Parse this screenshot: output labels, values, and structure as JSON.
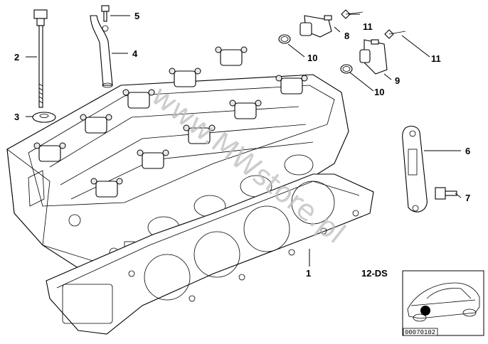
{
  "diagram": {
    "callouts": [
      {
        "id": "1",
        "label": "1"
      },
      {
        "id": "2",
        "label": "2"
      },
      {
        "id": "3",
        "label": "3"
      },
      {
        "id": "4",
        "label": "4"
      },
      {
        "id": "5",
        "label": "5"
      },
      {
        "id": "6",
        "label": "6"
      },
      {
        "id": "7",
        "label": "7"
      },
      {
        "id": "8",
        "label": "8"
      },
      {
        "id": "9",
        "label": "9"
      },
      {
        "id": "10a",
        "label": "10"
      },
      {
        "id": "10b",
        "label": "10"
      },
      {
        "id": "11a",
        "label": "11"
      },
      {
        "id": "11b",
        "label": "11"
      }
    ],
    "engine_code": "12-DS",
    "reference_number": "00070102",
    "watermark": "www.MWstore.pl"
  }
}
